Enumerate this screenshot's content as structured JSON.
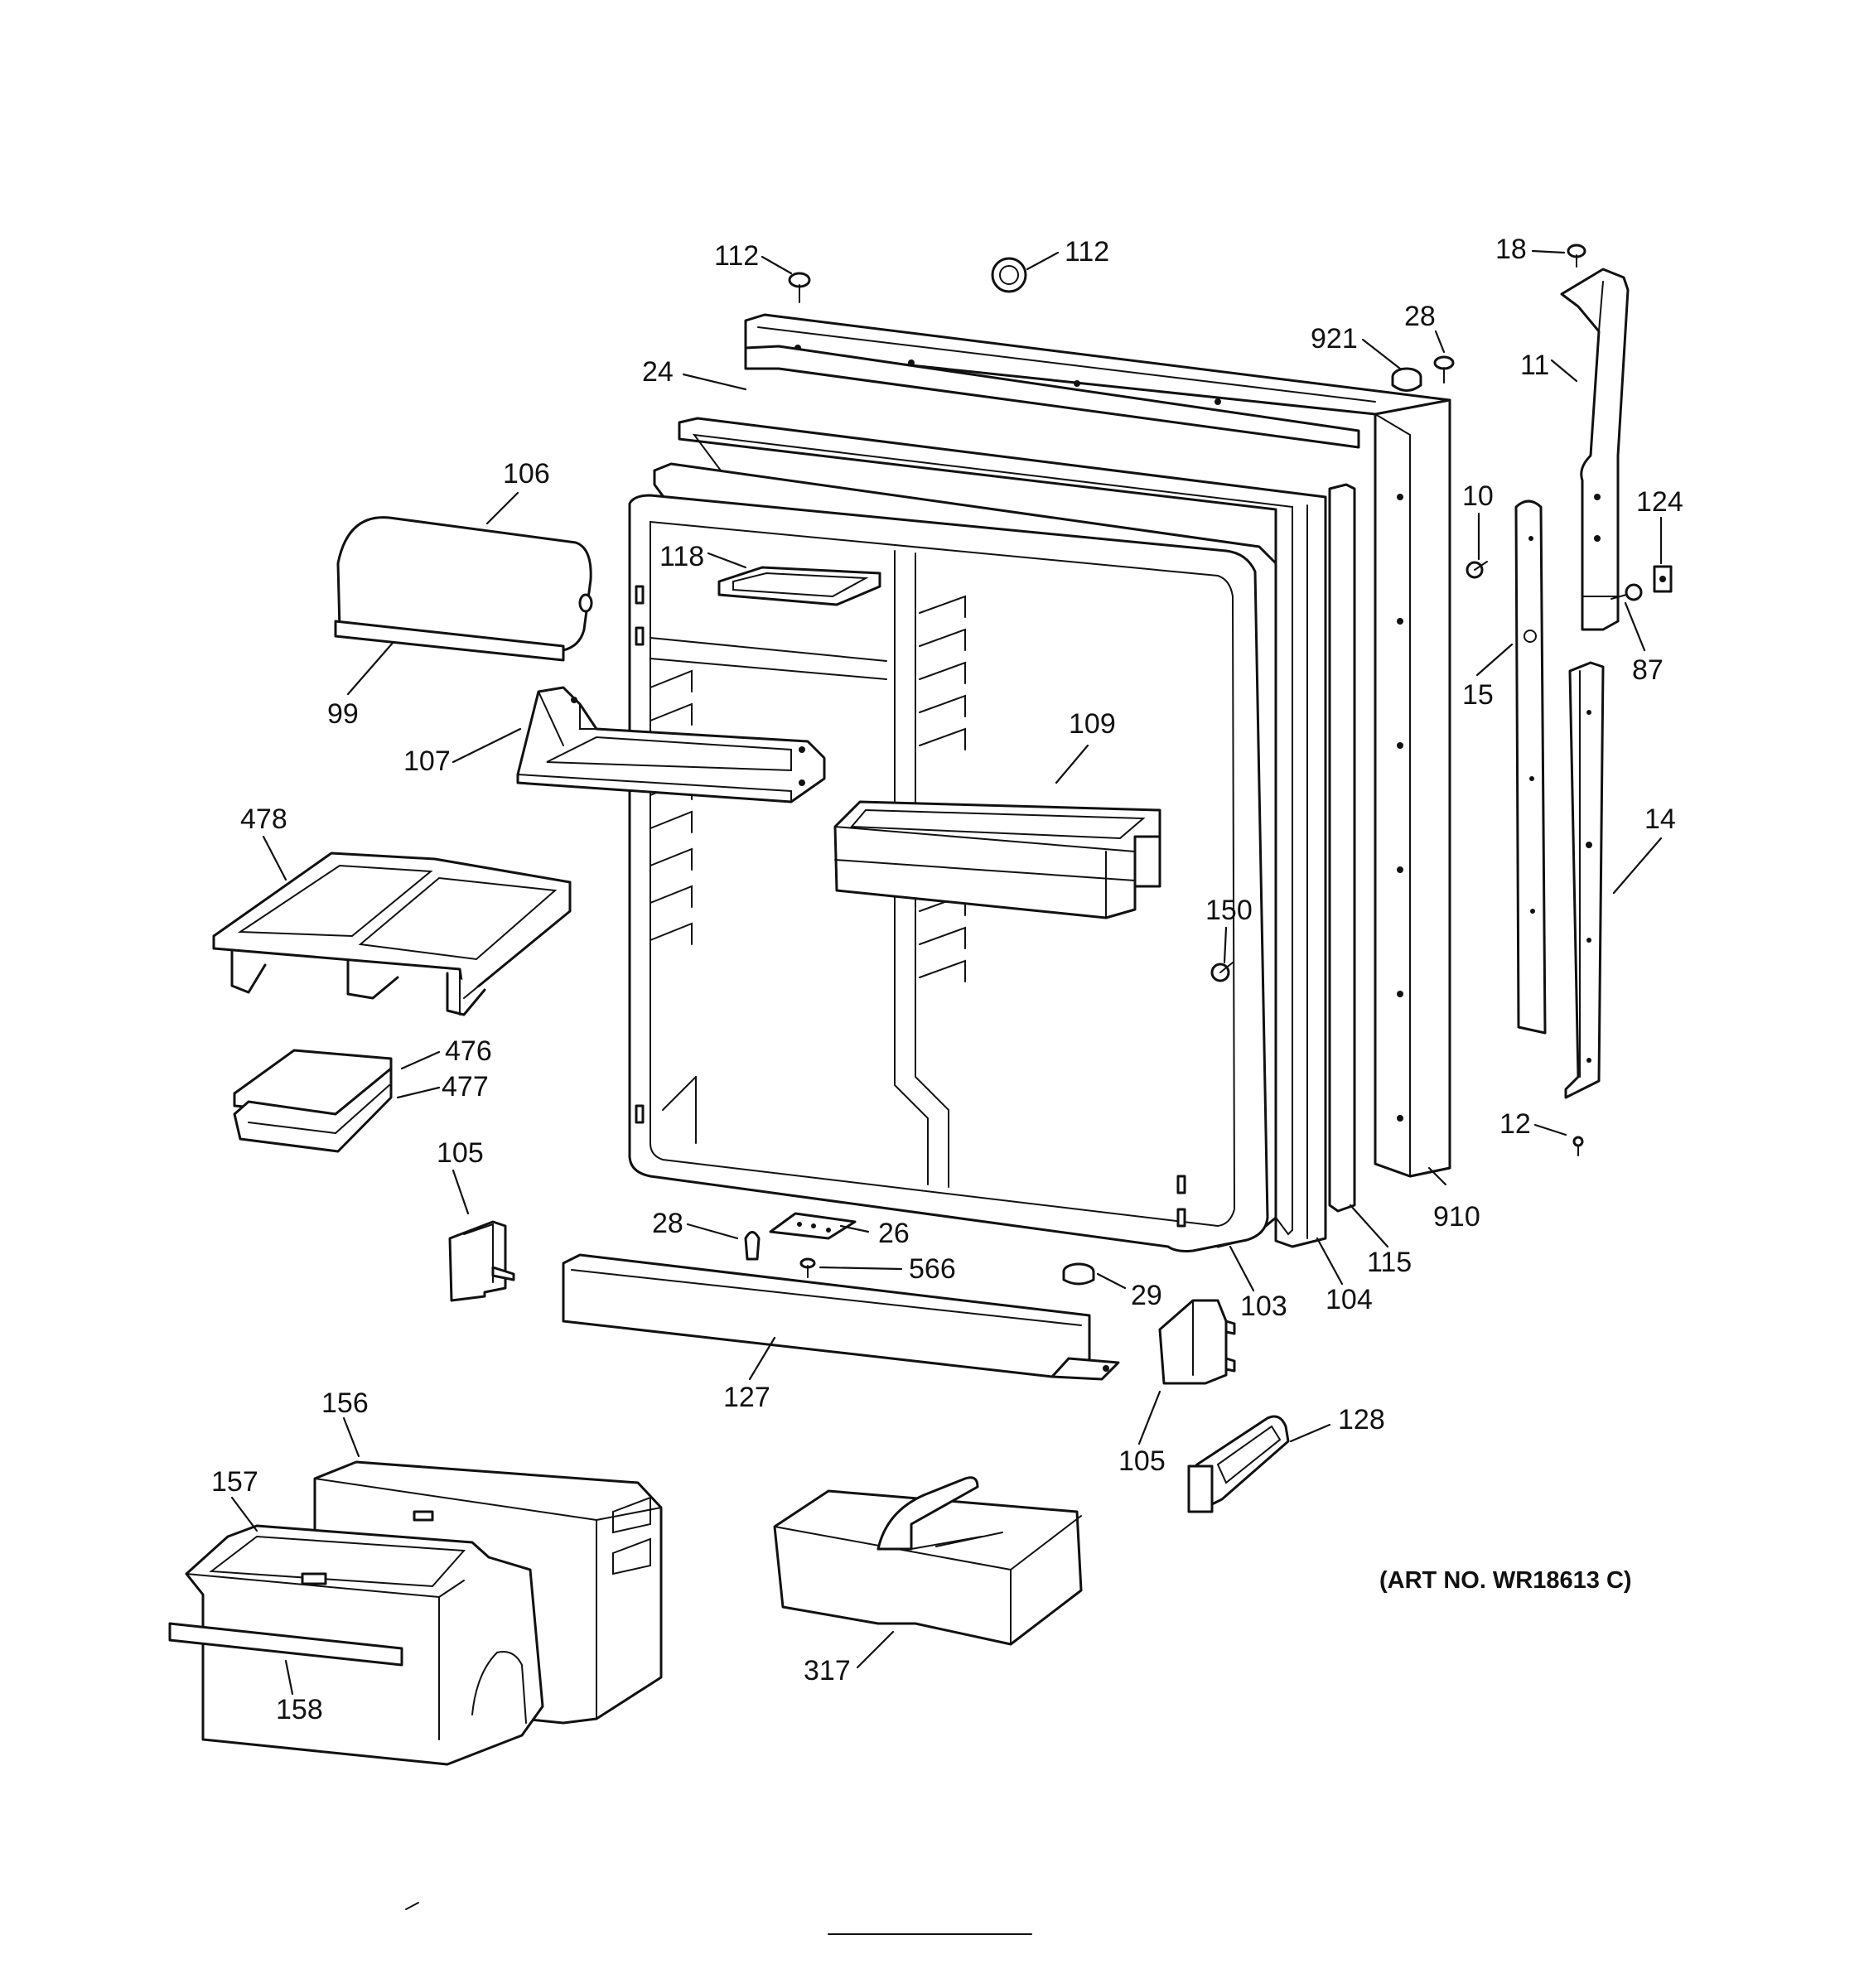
{
  "callouts": [
    {
      "id": "c112a",
      "label": "112"
    },
    {
      "id": "c112b",
      "label": "112"
    },
    {
      "id": "c18",
      "label": "18"
    },
    {
      "id": "c28a",
      "label": "28"
    },
    {
      "id": "c921",
      "label": "921"
    },
    {
      "id": "c24",
      "label": "24"
    },
    {
      "id": "c11",
      "label": "11"
    },
    {
      "id": "c106",
      "label": "106"
    },
    {
      "id": "c10",
      "label": "10"
    },
    {
      "id": "c124",
      "label": "124"
    },
    {
      "id": "c118",
      "label": "118"
    },
    {
      "id": "c99",
      "label": "99"
    },
    {
      "id": "c15",
      "label": "15"
    },
    {
      "id": "c87",
      "label": "87"
    },
    {
      "id": "c109",
      "label": "109"
    },
    {
      "id": "c107",
      "label": "107"
    },
    {
      "id": "c478",
      "label": "478"
    },
    {
      "id": "c14",
      "label": "14"
    },
    {
      "id": "c150",
      "label": "150"
    },
    {
      "id": "c476",
      "label": "476"
    },
    {
      "id": "c477",
      "label": "477"
    },
    {
      "id": "c12",
      "label": "12"
    },
    {
      "id": "c105a",
      "label": "105"
    },
    {
      "id": "c910",
      "label": "910"
    },
    {
      "id": "c28b",
      "label": "28"
    },
    {
      "id": "c26",
      "label": "26"
    },
    {
      "id": "c115",
      "label": "115"
    },
    {
      "id": "c566",
      "label": "566"
    },
    {
      "id": "c104",
      "label": "104"
    },
    {
      "id": "c29",
      "label": "29"
    },
    {
      "id": "c103",
      "label": "103"
    },
    {
      "id": "c127",
      "label": "127"
    },
    {
      "id": "c156",
      "label": "156"
    },
    {
      "id": "c128",
      "label": "128"
    },
    {
      "id": "c105b",
      "label": "105"
    },
    {
      "id": "c157",
      "label": "157"
    },
    {
      "id": "c317",
      "label": "317"
    },
    {
      "id": "c158",
      "label": "158"
    }
  ],
  "art_number": "(ART NO. WR18613 C)"
}
